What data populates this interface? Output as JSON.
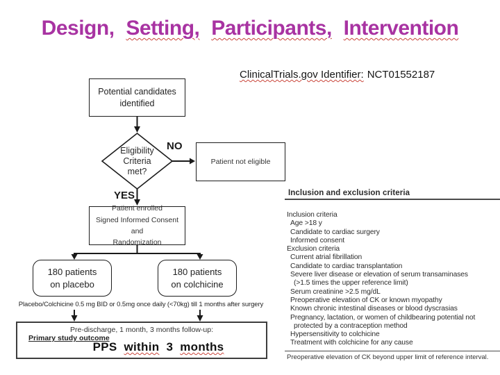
{
  "colors": {
    "title": "#a833a2",
    "squiggle_red": "#c9443a",
    "line_black": "#1a1a1a",
    "background": "#ffffff"
  },
  "title": {
    "w1": "Design,",
    "w2": "Setting,",
    "w3": "Participants,",
    "w4": "Intervention"
  },
  "subtitle": {
    "label": "ClinicalTrials.gov Identifier:",
    "value": "NCT01552187"
  },
  "flowchart": {
    "potential_candidates": "Potential candidates\nidentified",
    "eligibility_decision": "Eligibility\nCriteria\nmet?",
    "no_label": "NO",
    "yes_label": "YES",
    "patient_not_eligible": "Patient not eligible",
    "patient_enrolled": "Patient enrolled\nSigned Informed Consent and\nRandomization",
    "placebo_arm": "180 patients\non placebo",
    "colchicine_arm": "180 patients\non colchicine",
    "dosing_note": "Placebo/Colchicine 0.5 mg BID or 0.5mg once daily (<70kg) till 1 months after surgery",
    "outcome": {
      "followup": "Pre-discharge, 1 month, 3 months follow-up:",
      "primary_label": "Primary study outcome",
      "result": {
        "w1": "PPS",
        "w2": "within",
        "w3": "3",
        "w4": "months"
      }
    }
  },
  "criteria": {
    "header": "Inclusion and exclusion criteria",
    "rows": [
      {
        "text": "Inclusion criteria",
        "indent": 0
      },
      {
        "text": "Age >18 y",
        "indent": 1
      },
      {
        "text": "Candidate to cardiac surgery",
        "indent": 1
      },
      {
        "text": "Informed consent",
        "indent": 1
      },
      {
        "text": "Exclusion criteria",
        "indent": 0
      },
      {
        "text": "Current atrial fibrillation",
        "indent": 1
      },
      {
        "text": "Candidate to cardiac transplantation",
        "indent": 1
      },
      {
        "text": "Severe liver disease or elevation of serum transaminases",
        "indent": 1
      },
      {
        "text": "(>1.5 times the upper reference limit)",
        "indent": 2
      },
      {
        "text": "Serum creatinine >2.5 mg/dL",
        "indent": 1
      },
      {
        "text": "Preoperative elevation of CK or known myopathy",
        "indent": 1
      },
      {
        "text": "Known chronic intestinal diseases or blood dyscrasias",
        "indent": 1
      },
      {
        "text": "Pregnancy, lactation, or women of childbearing potential not",
        "indent": 1
      },
      {
        "text": "protected by a contraception method",
        "indent": 2
      },
      {
        "text": "Hypersensitivity to colchicine",
        "indent": 1
      },
      {
        "text": "Treatment with colchicine for any cause",
        "indent": 1
      }
    ],
    "footnote": "Preoperative elevation of CK beyond upper limit of reference interval."
  }
}
